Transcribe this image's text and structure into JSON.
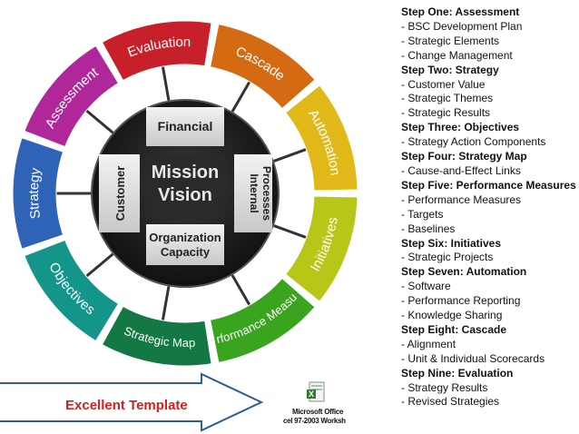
{
  "wheel": {
    "segments": [
      {
        "label": "Assessment",
        "color": "#b0279a"
      },
      {
        "label": "Evaluation",
        "color": "#c8202a"
      },
      {
        "label": "Cascade",
        "color": "#d46a12"
      },
      {
        "label": "Automation",
        "color": "#e0b818"
      },
      {
        "label": "Initiatives",
        "color": "#b8c618"
      },
      {
        "label": "Performance Measures",
        "color": "#3aa41e"
      },
      {
        "label": "Strategic Map",
        "color": "#137844"
      },
      {
        "label": "Objectives",
        "color": "#14958a"
      },
      {
        "label": "Strategy",
        "color": "#2f63b8"
      }
    ],
    "hub": {
      "center_line1": "Mission",
      "center_line2": "Vision",
      "top": "Financial",
      "right_line1": "Internal",
      "right_line2": "Processes",
      "bottom_line1": "Organization",
      "bottom_line2": "Capacity",
      "left": "Customer"
    }
  },
  "steps": [
    {
      "title": "Step One: Assessment",
      "items": [
        "- BSC Development Plan",
        "- Strategic Elements",
        "- Change Management"
      ]
    },
    {
      "title": "Step Two: Strategy",
      "items": [
        "- Customer Value",
        "- Strategic Themes",
        "- Strategic Results"
      ]
    },
    {
      "title": "Step Three: Objectives",
      "items": [
        "- Strategy Action Components"
      ]
    },
    {
      "title": "Step Four: Strategy Map",
      "items": [
        "- Cause-and-Effect Links"
      ]
    },
    {
      "title": "Step Five: Performance Measures",
      "items": [
        "- Performance Measures",
        "- Targets",
        "- Baselines"
      ]
    },
    {
      "title": "Step Six: Initiatives",
      "items": [
        "- Strategic Projects"
      ]
    },
    {
      "title": "Step Seven: Automation",
      "items": [
        "- Software",
        "- Performance Reporting",
        "- Knowledge Sharing"
      ]
    },
    {
      "title": "Step Eight: Cascade",
      "items": [
        "- Alignment",
        "- Unit & Individual Scorecards"
      ]
    },
    {
      "title": "Step Nine: Evaluation",
      "items": [
        "- Strategy Results",
        "- Revised Strategies"
      ]
    }
  ],
  "banner": {
    "label": "Excellent Template",
    "color": "#d42020",
    "outline": "#2f5d9a"
  },
  "embedded_object": {
    "icon": "excel-worksheet-icon",
    "line1": "Microsoft Office",
    "line2": "cel 97-2003 Worksh"
  }
}
